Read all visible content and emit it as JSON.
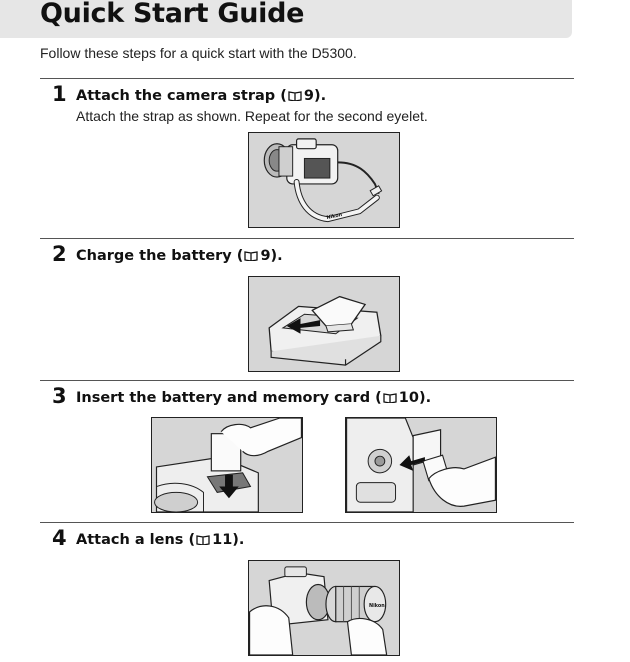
{
  "page": {
    "title": "Quick Start Guide",
    "intro": "Follow these steps for a quick start with the D5300."
  },
  "icons": {
    "reference": "book-reference-icon"
  },
  "steps": [
    {
      "number": "1",
      "title": "Attach the camera strap (",
      "page_ref": "9",
      "title_end": ").",
      "description": "Attach the strap as shown. Repeat for the second eyelet."
    },
    {
      "number": "2",
      "title": "Charge the battery (",
      "page_ref": "9",
      "title_end": ")."
    },
    {
      "number": "3",
      "title": "Insert the battery and memory card (",
      "page_ref": "10",
      "title_end": ")."
    },
    {
      "number": "4",
      "title": "Attach a lens (",
      "page_ref": "11",
      "title_end": ")."
    }
  ],
  "illustrations": {
    "strap_logo": "Nikon",
    "lens_cap_logo": "Nikon"
  }
}
